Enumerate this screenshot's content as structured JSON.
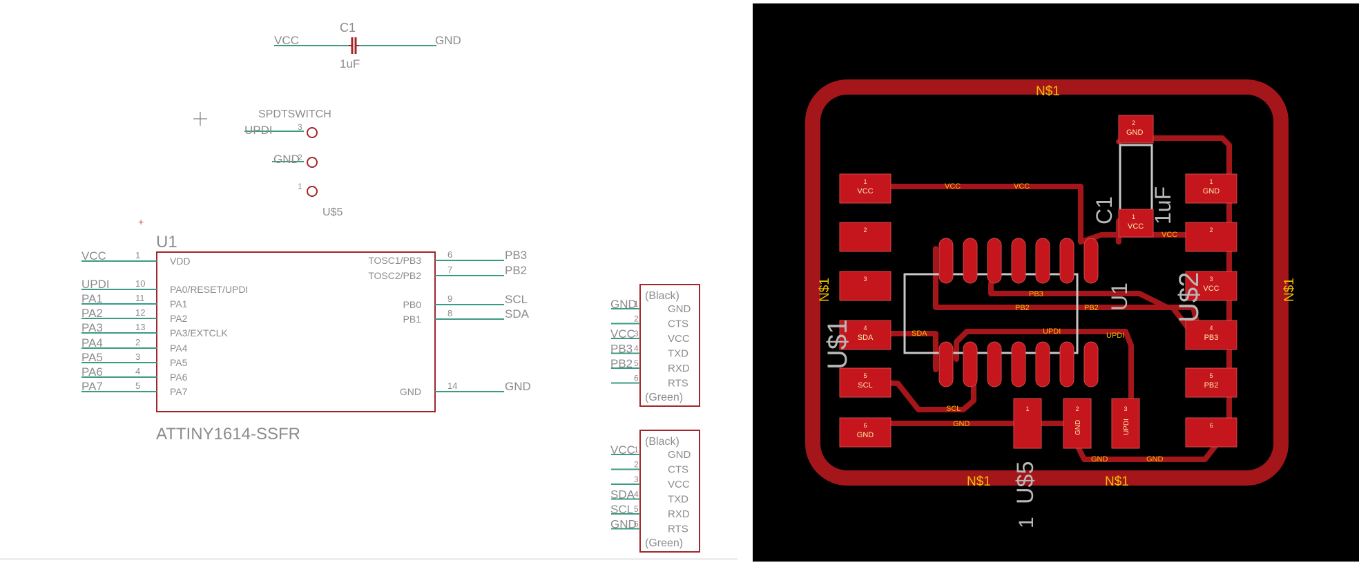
{
  "schematic": {
    "capacitor": {
      "name": "C1",
      "value": "1uF",
      "net_left": "VCC",
      "net_right": "GND"
    },
    "switch": {
      "name": "SPDTSWITCH",
      "ref": "U$5",
      "nets": [
        "UPDI",
        "GND"
      ],
      "pins": [
        "3",
        "2",
        "1"
      ]
    },
    "mcu": {
      "ref": "U1",
      "part": "ATTINY1614-SSFR",
      "left_pins": [
        {
          "net": "VCC",
          "num": "1",
          "label": "VDD"
        },
        {
          "net": "UPDI",
          "num": "10",
          "label": "PA0/RESET/UPDI"
        },
        {
          "net": "PA1",
          "num": "11",
          "label": "PA1"
        },
        {
          "net": "PA2",
          "num": "12",
          "label": "PA2"
        },
        {
          "net": "PA3",
          "num": "13",
          "label": "PA3/EXTCLK"
        },
        {
          "net": "PA4",
          "num": "2",
          "label": "PA4"
        },
        {
          "net": "PA5",
          "num": "3",
          "label": "PA5"
        },
        {
          "net": "PA6",
          "num": "4",
          "label": "PA6"
        },
        {
          "net": "PA7",
          "num": "5",
          "label": "PA7"
        }
      ],
      "right_pins": [
        {
          "net": "PB3",
          "num": "6",
          "label": "TOSC1/PB3"
        },
        {
          "net": "PB2",
          "num": "7",
          "label": "TOSC2/PB2"
        },
        {
          "net": "SCL",
          "num": "9",
          "label": "PB0"
        },
        {
          "net": "SDA",
          "num": "8",
          "label": "PB1"
        },
        {
          "net": "GND",
          "num": "14",
          "label": "GND"
        }
      ]
    },
    "header1": {
      "top": "(Black)",
      "bottom": "(Green)",
      "pins": [
        {
          "net": "GND",
          "num": "1",
          "label": "GND"
        },
        {
          "net": "",
          "num": "2",
          "label": "CTS"
        },
        {
          "net": "VCC",
          "num": "3",
          "label": "VCC"
        },
        {
          "net": "PB3",
          "num": "4",
          "label": "TXD"
        },
        {
          "net": "PB2",
          "num": "5",
          "label": "RXD"
        },
        {
          "net": "",
          "num": "6",
          "label": "RTS"
        }
      ]
    },
    "header2": {
      "top": "(Black)",
      "bottom": "(Green)",
      "pins": [
        {
          "net": "VCC",
          "num": "1",
          "label": "GND"
        },
        {
          "net": "",
          "num": "2",
          "label": "CTS"
        },
        {
          "net": "",
          "num": "3",
          "label": "VCC"
        },
        {
          "net": "SDA",
          "num": "4",
          "label": "TXD"
        },
        {
          "net": "SCL",
          "num": "5",
          "label": "RXD"
        },
        {
          "net": "GND",
          "num": "6",
          "label": "RTS"
        }
      ]
    }
  },
  "board": {
    "ring_net": "N$1",
    "left_header": {
      "ref": "U$1",
      "pads": [
        {
          "num": "1",
          "net": "VCC"
        },
        {
          "num": "2",
          "net": ""
        },
        {
          "num": "3",
          "net": ""
        },
        {
          "num": "4",
          "net": "SDA"
        },
        {
          "num": "5",
          "net": "SCL"
        },
        {
          "num": "6",
          "net": "GND"
        }
      ]
    },
    "right_header": {
      "ref": "U$2",
      "pads": [
        {
          "num": "1",
          "net": "GND"
        },
        {
          "num": "2",
          "net": ""
        },
        {
          "num": "3",
          "net": "VCC"
        },
        {
          "num": "4",
          "net": "PB3"
        },
        {
          "num": "5",
          "net": "PB2"
        },
        {
          "num": "6",
          "net": ""
        }
      ]
    },
    "cap": {
      "ref": "C1",
      "value": "1uF",
      "pads": [
        {
          "num": "2",
          "net": "GND"
        },
        {
          "num": "1",
          "net": "VCC"
        }
      ]
    },
    "mcu_ref": "U1",
    "switch": {
      "ref": "U$5",
      "pin_label": "1",
      "pads": [
        {
          "num": "1",
          "net": ""
        },
        {
          "num": "2",
          "net": "GND"
        },
        {
          "num": "3",
          "net": "UPDI"
        }
      ]
    },
    "trace_labels": {
      "vcc": "VCC",
      "gnd": "GND",
      "pb3": "PB3",
      "pb2": "PB2",
      "updi": "UPDI",
      "sda": "SDA",
      "scl": "SCL"
    }
  }
}
